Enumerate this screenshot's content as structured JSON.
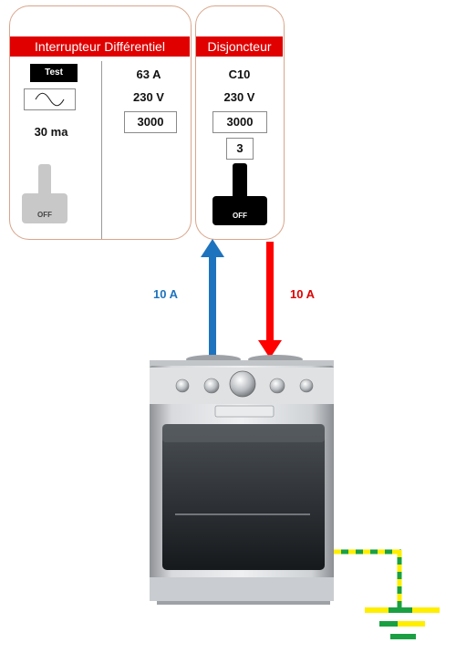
{
  "rcd": {
    "title": "Interrupteur Différentiel",
    "test_label": "Test",
    "sensitivity": "30 ma",
    "rating": "63 A",
    "voltage": "230 V",
    "breaking_capacity": "3000",
    "switch_state": "OFF"
  },
  "breaker": {
    "title": "Disjoncteur",
    "curve_rating": "C10",
    "voltage": "230 V",
    "breaking_capacity": "3000",
    "class": "3",
    "switch_state": "OFF"
  },
  "circuit": {
    "return_current": "10 A",
    "supply_current": "10 A"
  },
  "colors": {
    "header_red": "#e00000",
    "phase_red": "#ff0000",
    "neutral_blue": "#1e73be",
    "earth_green": "#1aa042",
    "earth_yellow": "#ffee00",
    "panel_border": "#d9a58a"
  },
  "icons": {
    "ac_symbol": "sine-wave-icon",
    "appliance": "electric-cooker-icon",
    "earth": "earth-ground-icon"
  }
}
